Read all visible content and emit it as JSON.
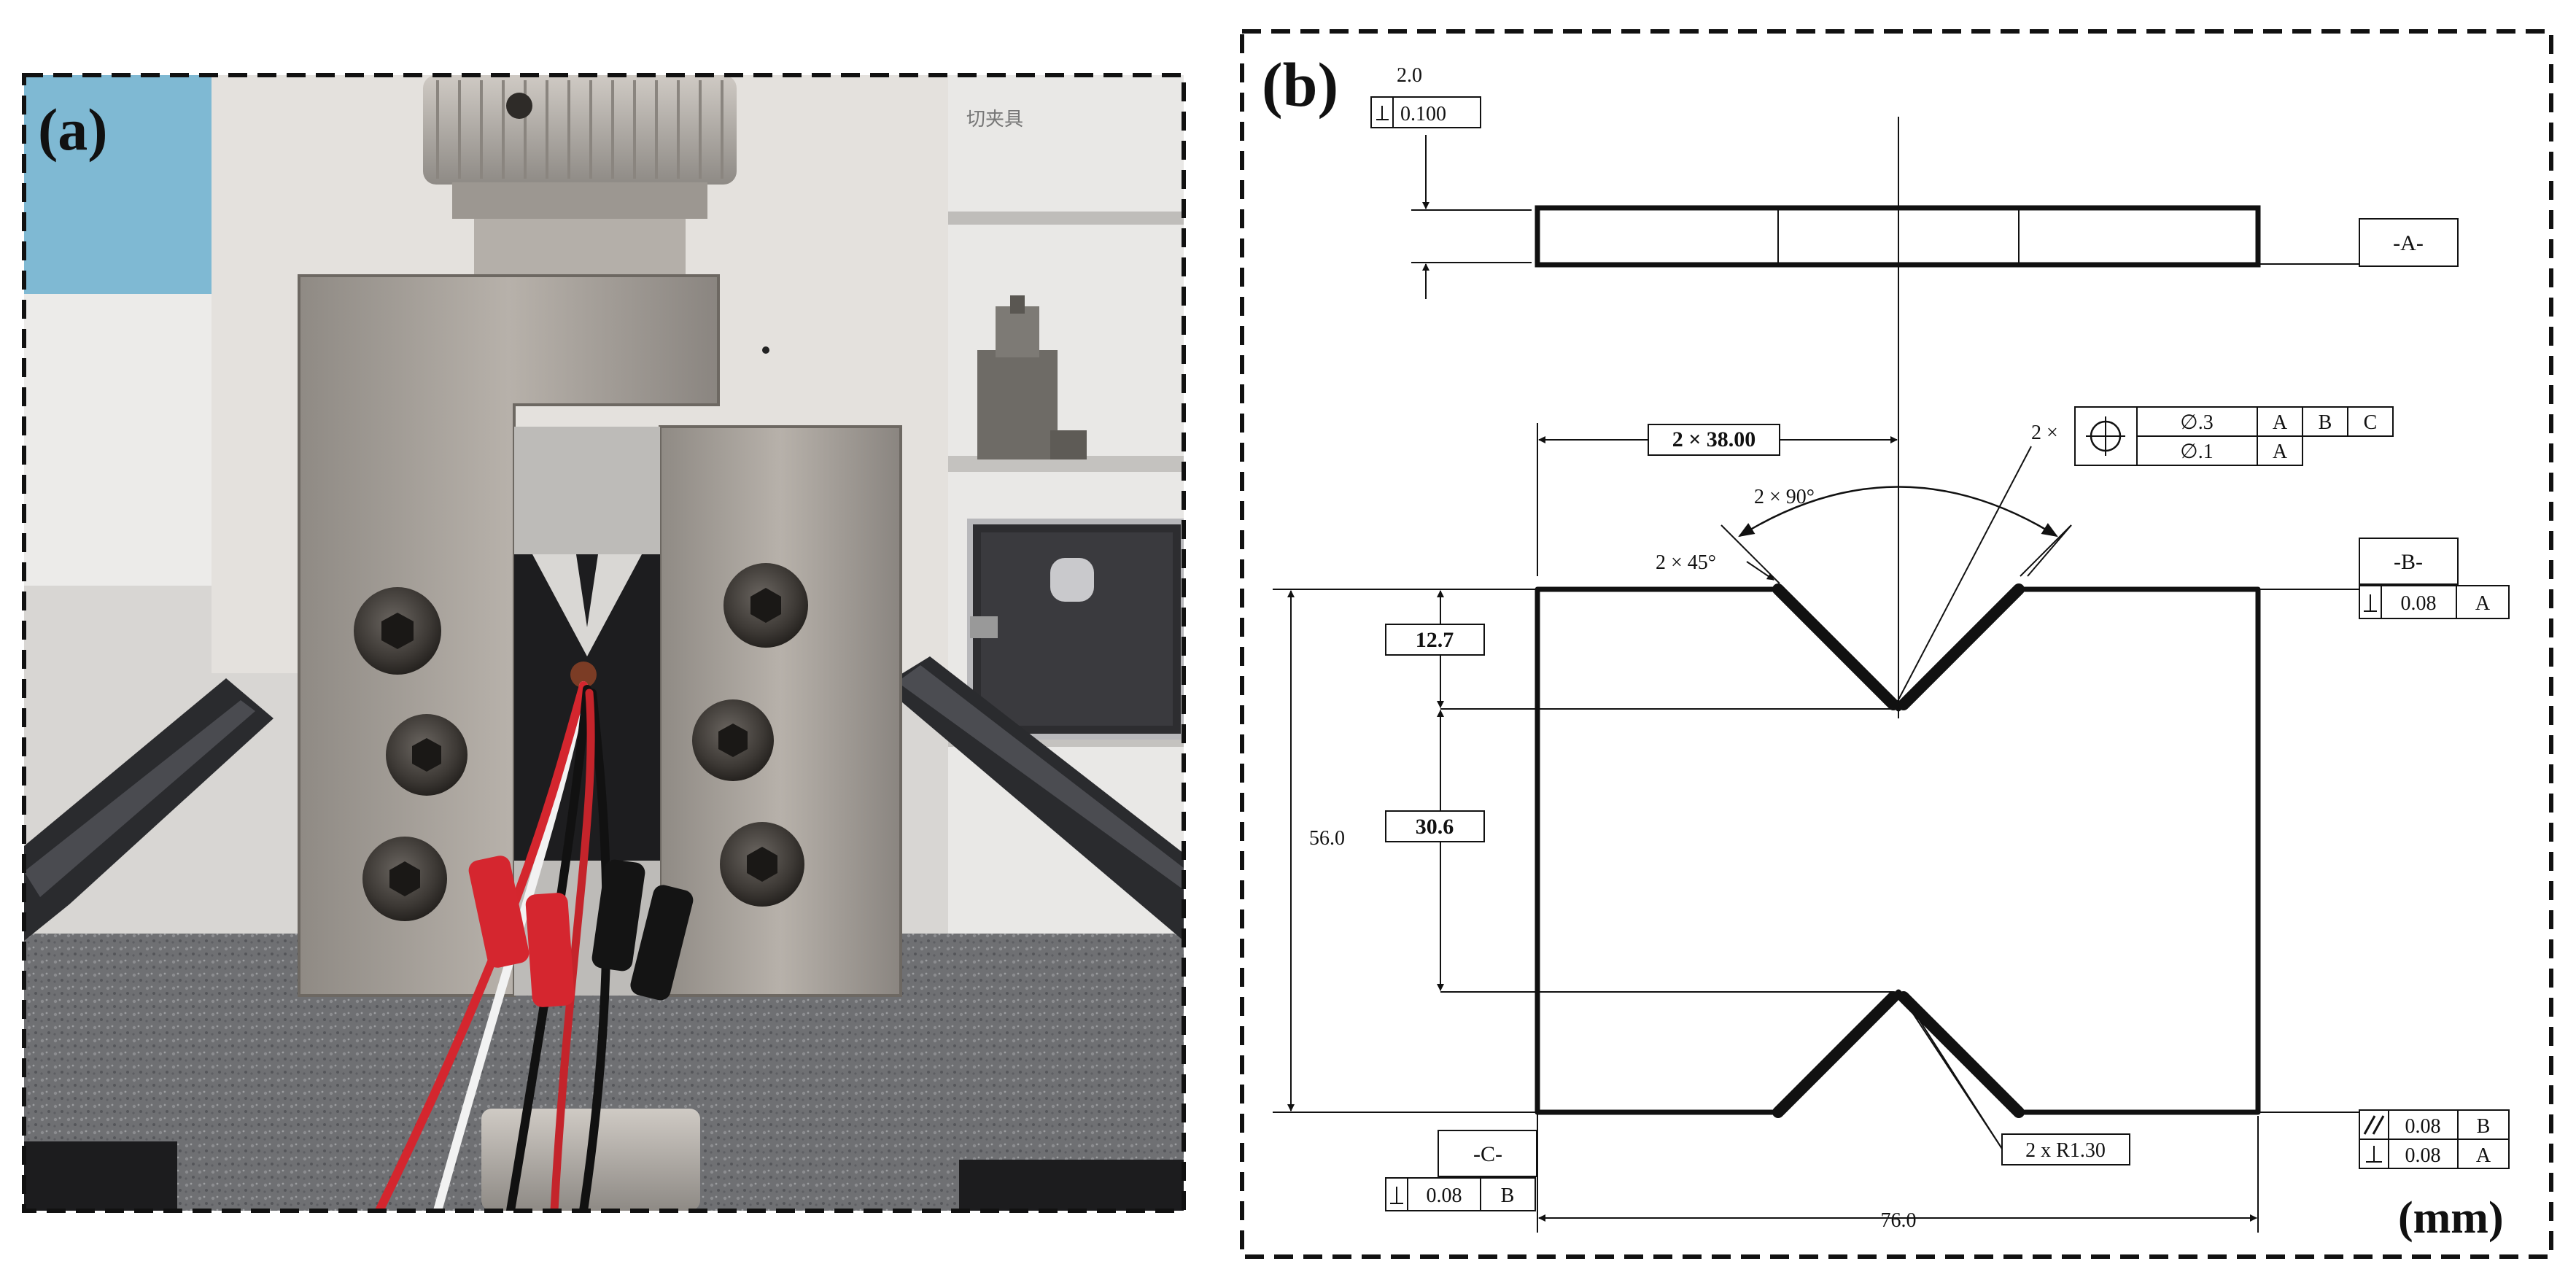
{
  "panel_a": {
    "label": "(a)",
    "sign_text": "切夹具"
  },
  "panel_b": {
    "label": "(b)",
    "unit_label": "(mm)",
    "datum_a": "-A-",
    "datum_b": "-B-",
    "datum_c": "-C-",
    "thickness": {
      "value": "2.0",
      "tol": "0.100"
    },
    "half_width": "2 × 38.00",
    "hole_spec": {
      "prefix": "2 ×",
      "row1": [
        "∅.3",
        "A",
        "B",
        "C"
      ],
      "row2": [
        "∅.1",
        "A"
      ]
    },
    "notch_angle": "2 × 90°",
    "notch_edge_angle": "2 × 45°",
    "datum_b_tol": "0.08",
    "datum_b_ref": "A",
    "notch_depth": "12.7",
    "gauge_length": "30.6",
    "height": "56.0",
    "radius": "2 x R1.30",
    "width": "76.0",
    "datum_c_tol": "0.08",
    "datum_c_ref": "B",
    "parallel_tol": "0.08",
    "parallel_ref": "B",
    "perp_tol": "0.08",
    "perp_ref": "A"
  }
}
